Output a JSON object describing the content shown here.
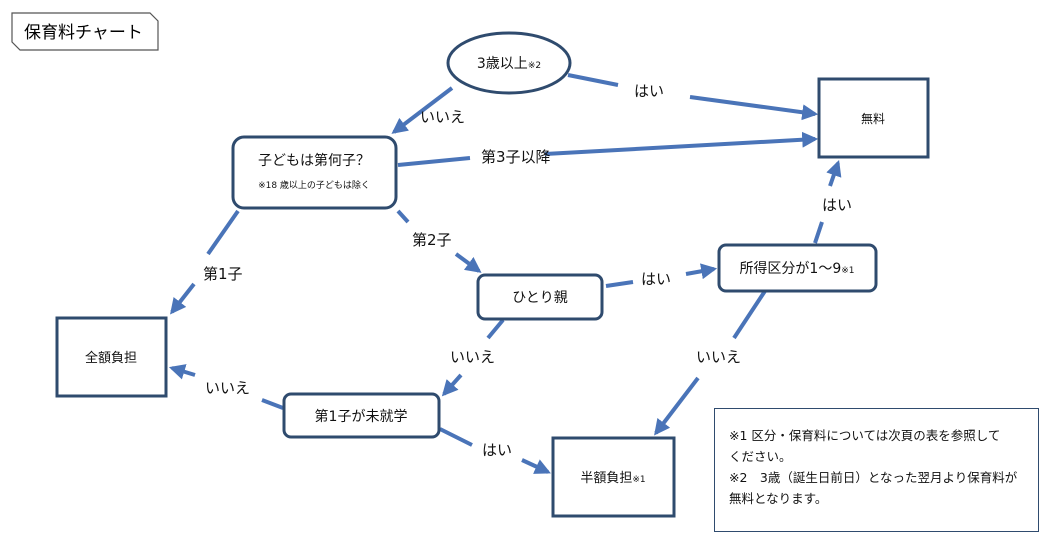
{
  "title": "保育料チャート",
  "colors": {
    "edge": "#4a74b8",
    "node_border": "#2f4b6e"
  },
  "nodes": {
    "age3": {
      "label": "3歳以上",
      "note": "※2"
    },
    "child_order": {
      "label": "子どもは第何子？",
      "note": "※18 歳以上の子どもは除く"
    },
    "free": {
      "label": "無料"
    },
    "full": {
      "label": "全額負担"
    },
    "single_parent": {
      "label": "ひとり親"
    },
    "income": {
      "label": "所得区分が1～9",
      "note": "※1"
    },
    "first_preschool": {
      "label": "第1子が未就学"
    },
    "half": {
      "label": "半額負担",
      "note": "※1"
    }
  },
  "edges": {
    "age3_yes": "はい",
    "age3_no": "いいえ",
    "third_plus": "第3子以降",
    "second": "第2子",
    "first": "第1子",
    "single_yes": "はい",
    "single_no": "いいえ",
    "income_yes": "はい",
    "income_no": "いいえ",
    "preschool_no": "いいえ",
    "preschool_yes": "はい"
  },
  "notes": [
    "※1 区分・保育料については次頁の表を参照して",
    "ください。",
    "※2　3歳（誕生日前日）となった翌月より保育料が",
    "無料となります。"
  ]
}
